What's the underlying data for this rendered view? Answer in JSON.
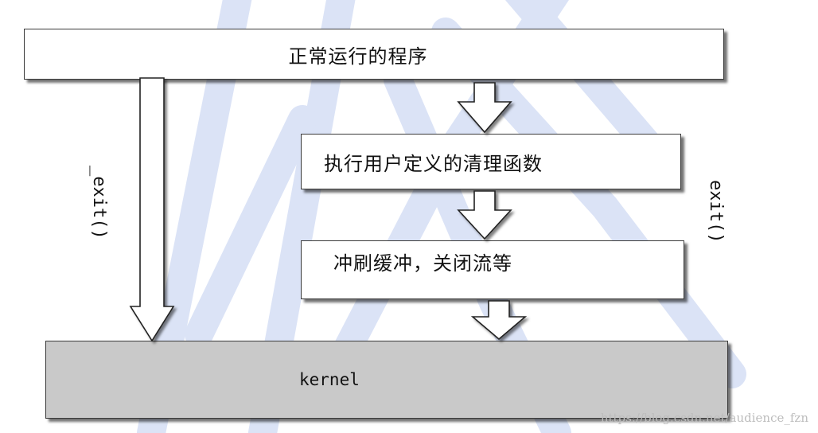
{
  "diagram": {
    "top_box": "正常运行的程序",
    "cleanup_box": "执行用户定义的清理函数",
    "flush_box": "冲刷缓冲，关闭流等",
    "kernel_box": "kernel",
    "left_path_label": "_exit()",
    "right_path_label": "exit()"
  },
  "watermark": {
    "url_text": "https://blog.csdn.net/audience_fzn"
  },
  "colors": {
    "kernel_fill": "#c9c9c9",
    "box_border": "#3a3a3a",
    "watermark": "#dbe3f6"
  }
}
